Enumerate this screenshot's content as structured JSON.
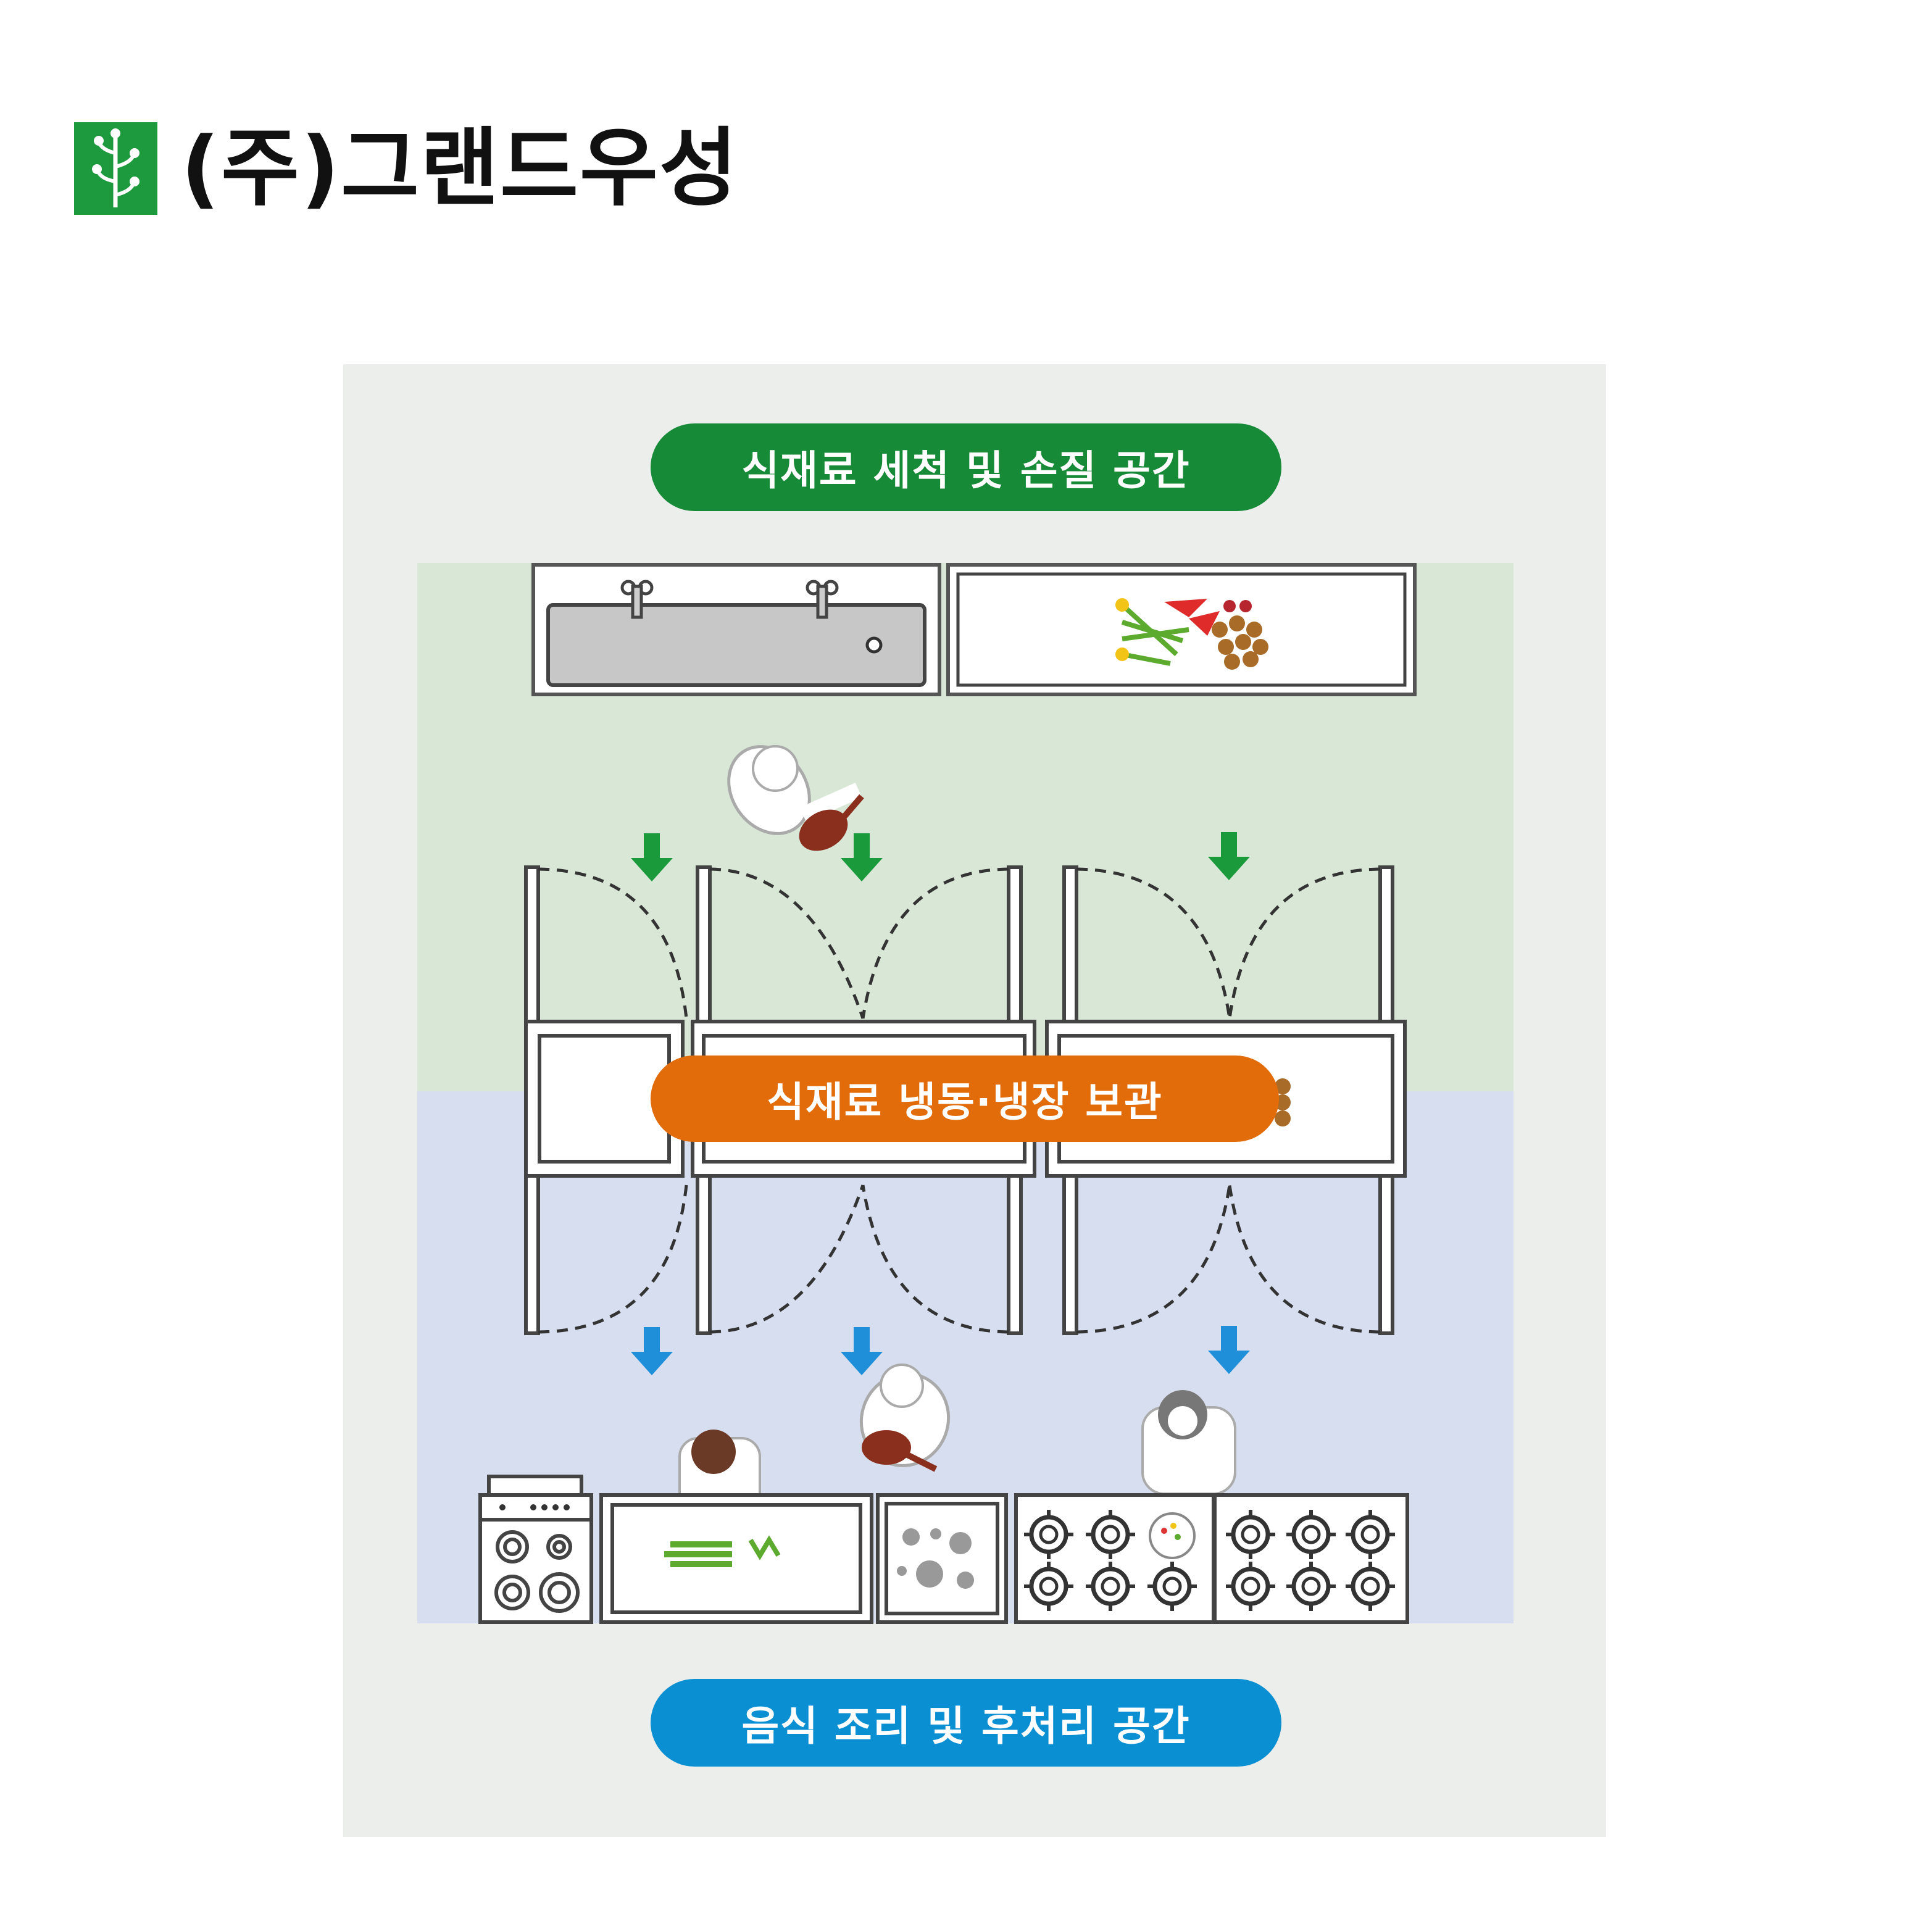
{
  "brand": {
    "name": "(주)그랜드우성",
    "color": "#1e9a3e"
  },
  "labels": {
    "top": "식재료 세척 및 손질 공간",
    "middle": "식재료 냉동·냉장 보관",
    "bottom": "음식 조리 및 후처리 공간"
  },
  "colors": {
    "top_zone": "#178a37",
    "storage": "#e36c0a",
    "bottom_zone": "#0b8fd3",
    "arrow_green": "#1a9a3b",
    "arrow_blue": "#1e8fd8"
  },
  "icons": [
    "logo-sprout-icon",
    "sink-icon",
    "vegetable-icon",
    "chef-icon",
    "meat-icon",
    "burner-icon",
    "arrow-down-icon",
    "refrigerator-icon"
  ]
}
